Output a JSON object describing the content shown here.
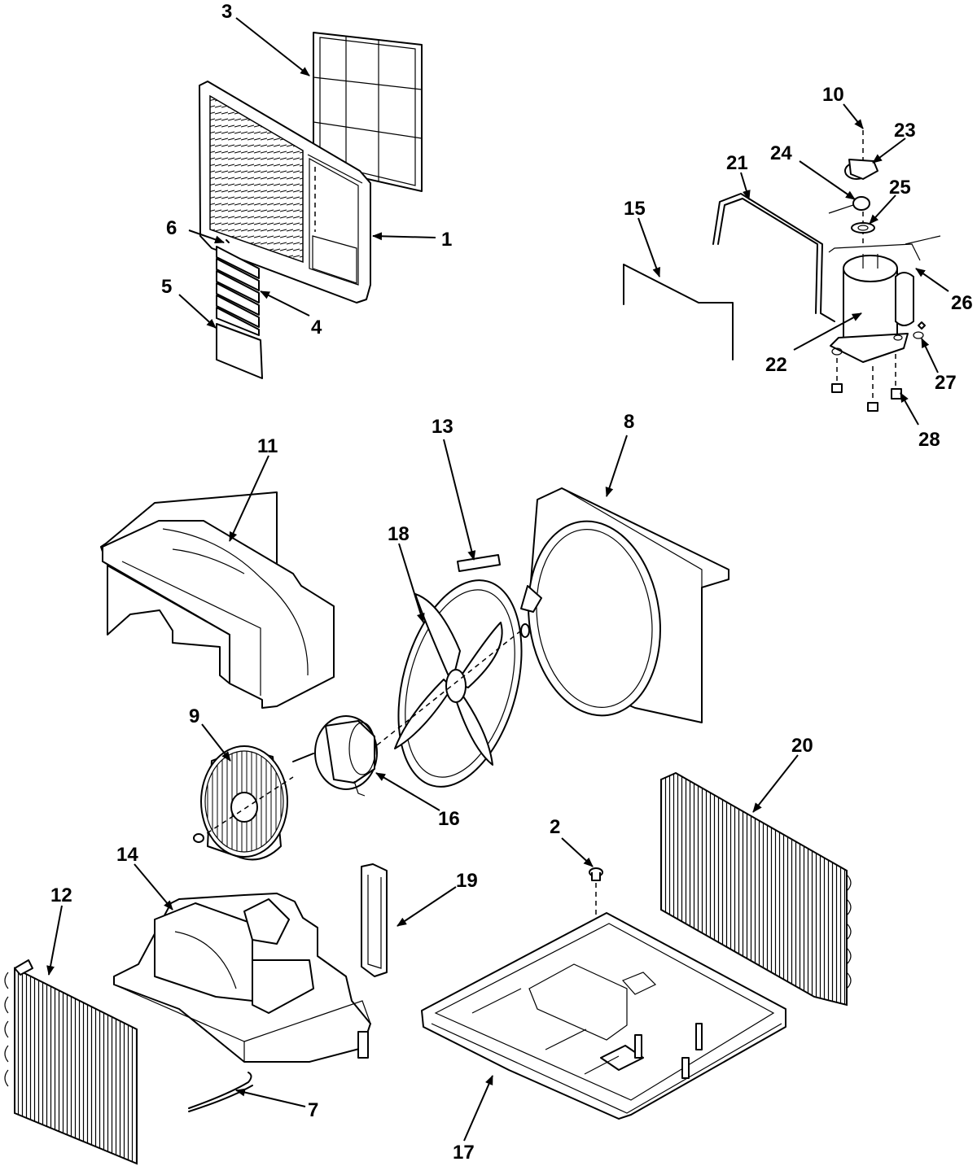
{
  "callouts": {
    "c1": "1",
    "c2": "2",
    "c3": "3",
    "c4": "4",
    "c5": "5",
    "c6": "6",
    "c7": "7",
    "c8": "8",
    "c9": "9",
    "c10": "10",
    "c11": "11",
    "c12": "12",
    "c13": "13",
    "c14": "14",
    "c15": "15",
    "c16": "16",
    "c17": "17",
    "c18": "18",
    "c19": "19",
    "c20": "20",
    "c21": "21",
    "c22": "22",
    "c23": "23",
    "c24": "24",
    "c25": "25",
    "c26": "26",
    "c27": "27",
    "c28": "28"
  }
}
